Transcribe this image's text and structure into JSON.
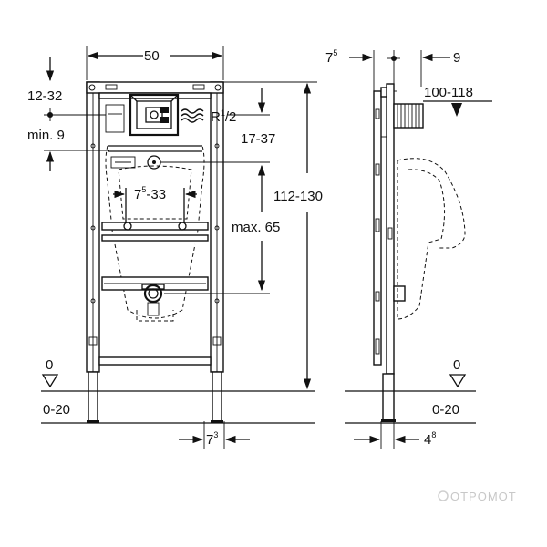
{
  "front_view": {
    "width_label": "50",
    "top_gap_label": "12-32",
    "min_label": "min. 9",
    "thread_label_main": "R",
    "thread_label_num": "1",
    "thread_label_den": "/2",
    "supply_offset_label": "17-37",
    "valve_spacing_main": "7",
    "valve_spacing_sup": "5",
    "valve_spacing_rest": "-33",
    "max_label": "max. 65",
    "height_label": "112-130",
    "floor_zero_label": "0",
    "floor_range_label": "0-20",
    "foot_label_main": "7",
    "foot_label_sup": "3"
  },
  "side_view": {
    "left_label_main": "7",
    "left_label_sup": "5",
    "right_label": "9",
    "depth_label": "100-118",
    "floor_zero_label": "0",
    "floor_range_label": "0-20",
    "foot_label_main": "4",
    "foot_label_sup": "8"
  },
  "watermark": "OTPOMOT"
}
